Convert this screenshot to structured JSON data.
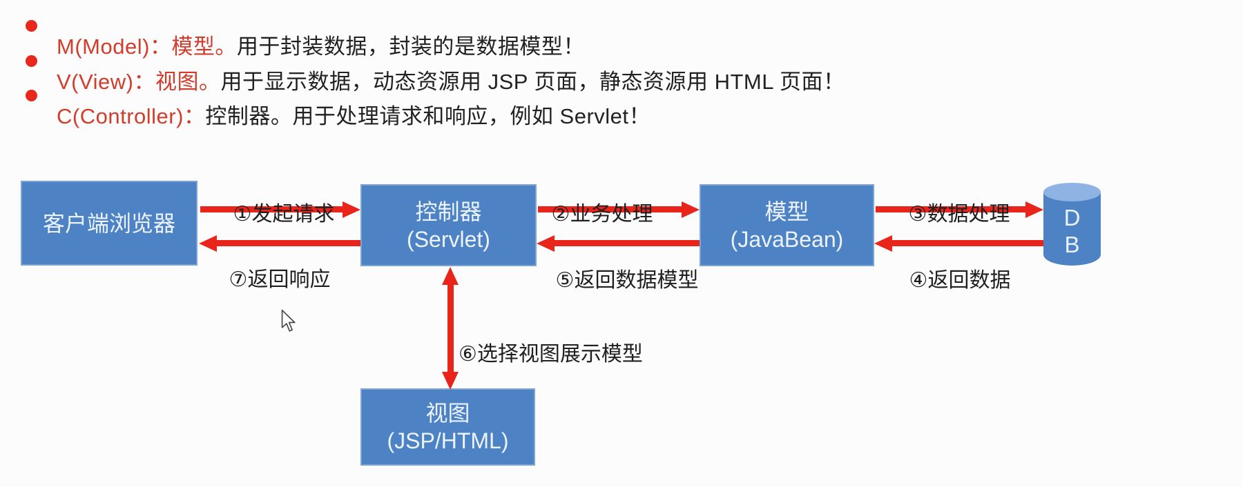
{
  "bullets": [
    {
      "lead": "M(Model)：模型。",
      "rest": "用于封装数据，封装的是数据模型！"
    },
    {
      "lead": "V(View)：视图。",
      "rest": "用于显示数据，动态资源用 JSP 页面，静态资源用 HTML 页面！"
    },
    {
      "lead": "C(Controller)：",
      "rest": "控制器。用于处理请求和响应，例如 Servlet！"
    }
  ],
  "diagram": {
    "nodes": {
      "client": {
        "label": "客户端浏览器"
      },
      "controller": {
        "line1": "控制器",
        "line2": "(Servlet)"
      },
      "model": {
        "line1": "模型",
        "line2": "(JavaBean)"
      },
      "view": {
        "line1": "视图",
        "line2": "(JSP/HTML)"
      },
      "db": {
        "line1": "D",
        "line2": "B"
      }
    },
    "arrows": [
      {
        "label": "①发起请求",
        "from": "客户端浏览器",
        "to": "控制器",
        "direction": "right"
      },
      {
        "label": "②业务处理",
        "from": "控制器",
        "to": "模型",
        "direction": "right"
      },
      {
        "label": "③数据处理",
        "from": "模型",
        "to": "DB",
        "direction": "right"
      },
      {
        "label": "④返回数据",
        "from": "DB",
        "to": "模型",
        "direction": "left"
      },
      {
        "label": "⑤返回数据模型",
        "from": "模型",
        "to": "控制器",
        "direction": "left"
      },
      {
        "label": "⑥选择视图展示模型",
        "from": "控制器",
        "to": "视图",
        "direction": "both"
      },
      {
        "label": "⑦返回响应",
        "from": "控制器",
        "to": "客户端浏览器",
        "direction": "left"
      }
    ]
  },
  "colors": {
    "accent_red_text": "#d23c2b",
    "bullet_dot_red": "#e8281c",
    "arrow_red": "#e8241b",
    "box_blue": "#4d82c4",
    "cylinder_top_blue": "#8fb4e4",
    "body_text": "#212121",
    "box_text": "#edf3fb",
    "background": "#fcfcfc"
  }
}
